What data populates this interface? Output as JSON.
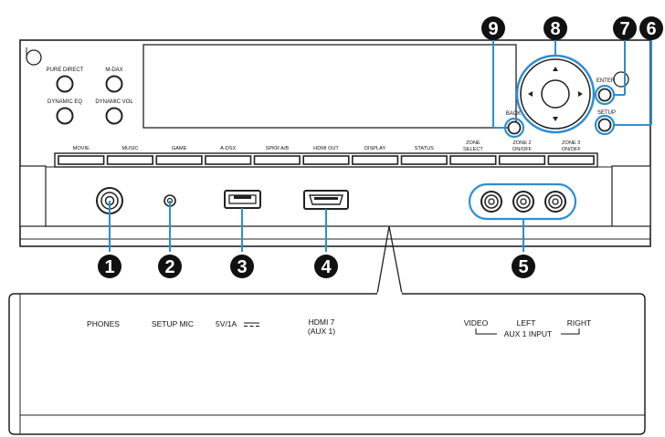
{
  "colors": {
    "accent": "#2c8fd1",
    "outline": "#222222",
    "panel_bg": "#ffffff"
  },
  "top_buttons": {
    "pure_direct": "PURE DIRECT",
    "m_dax": "M-DAX",
    "dynamic_eq": "DYNAMIC EQ",
    "dynamic_vol": "DYNAMIC VOL"
  },
  "nav": {
    "enter": "ENTER",
    "back": "BACK",
    "setup": "SETUP"
  },
  "strip_buttons": [
    {
      "lines": [
        "MOVIE"
      ]
    },
    {
      "lines": [
        "MUSIC"
      ]
    },
    {
      "lines": [
        "GAME"
      ]
    },
    {
      "lines": [
        "A-DSX"
      ]
    },
    {
      "lines": [
        "SPKR A/B"
      ]
    },
    {
      "lines": [
        "HDMI OUT"
      ]
    },
    {
      "lines": [
        "DISPLAY"
      ]
    },
    {
      "lines": [
        "STATUS"
      ]
    },
    {
      "lines": [
        "ZONE",
        "SELECT"
      ]
    },
    {
      "lines": [
        "ZONE 2",
        "ON/OFF"
      ]
    },
    {
      "lines": [
        "ZONE 3",
        "ON/OFF"
      ]
    }
  ],
  "callouts": [
    "1",
    "2",
    "3",
    "4",
    "5",
    "6",
    "7",
    "8",
    "9"
  ],
  "zoom_labels": {
    "phones": "PHONES",
    "setup_mic": "SETUP MIC",
    "usb": "5V/1A",
    "hdmi_line1": "HDMI 7",
    "hdmi_line2": "(AUX 1)",
    "video": "VIDEO",
    "left": "LEFT",
    "right": "RIGHT",
    "aux_input": "AUX 1 INPUT"
  },
  "icons": [
    "arrow-up-icon",
    "arrow-down-icon",
    "arrow-left-icon",
    "arrow-right-icon",
    "dc-symbol-icon"
  ]
}
